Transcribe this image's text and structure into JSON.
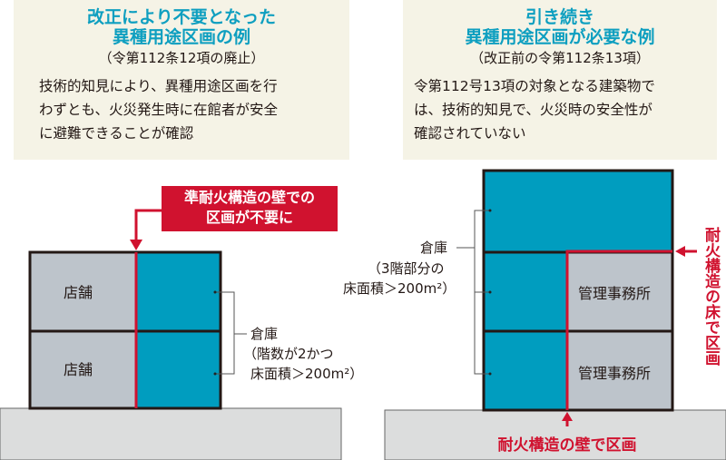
{
  "left": {
    "title_line1": "改正により不要となった",
    "title_line2": "異種用途区画の例",
    "subtitle": "（令第112条12項の廃止）",
    "body": [
      "技術的知見により、異種用途区画を行",
      "わずとも、火災発生時に在館者が安全",
      "に避難できることが確認"
    ],
    "callout_line1": "準耐火構造の壁での",
    "callout_line2": "区画が不要に",
    "store_label_1": "店舗",
    "store_label_2": "店舗",
    "warehouse_label": "倉庫",
    "warehouse_note_1": "（階数が2かつ",
    "warehouse_note_2": "床面積＞200m²）"
  },
  "right": {
    "title_line1": "引き続き",
    "title_line2": "異種用途区画が必要な例",
    "subtitle": "（改正前の令第112条13項）",
    "body": [
      "令第112号13項の対象となる建築物で",
      "は、技術的知見で、火災時の安全性が",
      "確認されていない"
    ],
    "warehouse_label": "倉庫",
    "warehouse_note_1": "（3階部分の",
    "warehouse_note_2": "床面積＞200m²）",
    "office_label_1": "管理事務所",
    "office_label_2": "管理事務所",
    "floor_partition_label": "耐火構造の床で区画",
    "wall_partition_label": "耐火構造の壁で区画"
  },
  "colors": {
    "teal": "#009dbf",
    "red": "#d0122f",
    "gray": "#bdc4cb",
    "ground": "#dcdddd",
    "panel": "#f5f3e6"
  }
}
